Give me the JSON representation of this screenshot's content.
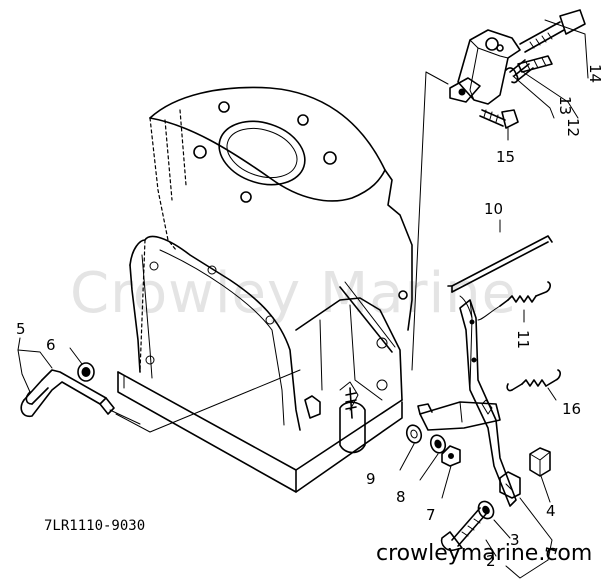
{
  "watermark": "Crowley Marine",
  "footer": {
    "diagram_code": "7LR1110-9030",
    "website": "crowleymarine.com"
  },
  "parts": {
    "p1": "1",
    "p2": "2",
    "p3": "3",
    "p4": "4",
    "p5": "5",
    "p6": "6",
    "p7": "7",
    "p8": "8",
    "p9": "9",
    "p10": "10",
    "p11": "11",
    "p12": "12",
    "p13": "13",
    "p14": "14",
    "p15": "15",
    "p16": "16"
  }
}
